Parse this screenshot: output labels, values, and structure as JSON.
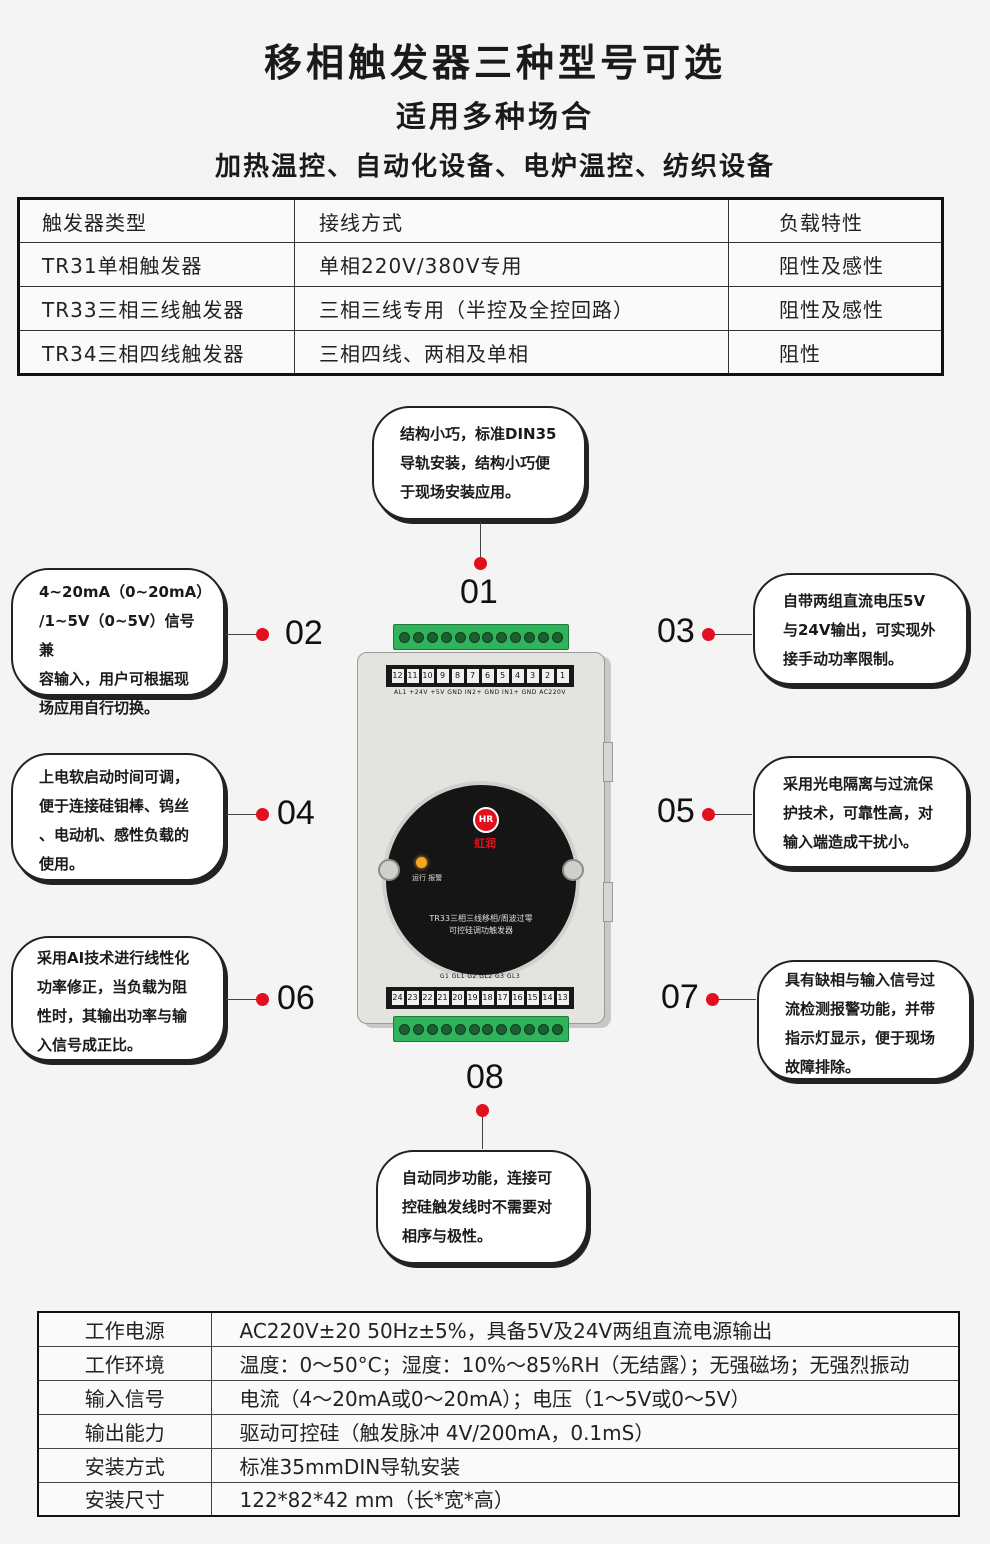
{
  "header": {
    "title": "移相触发器三种型号可选",
    "subtitle": "适用多种场合",
    "applications": "加热温控、自动化设备、电炉温控、纺织设备"
  },
  "models_table": {
    "headers": [
      "触发器类型",
      "接线方式",
      "负载特性"
    ],
    "rows": [
      [
        "TR31单相触发器",
        "单相220V/380V专用",
        "阻性及感性"
      ],
      [
        "TR33三相三线触发器",
        "三相三线专用（半控及全控回路）",
        "阻性及感性"
      ],
      [
        "TR34三相四线触发器",
        "三相四线、两相及单相",
        "阻性"
      ]
    ]
  },
  "features": [
    {
      "num": "01",
      "lines": [
        "结构小巧，标准DIN35",
        "导轨安装，结构小巧便",
        "于现场安装应用。"
      ]
    },
    {
      "num": "02",
      "lines": [
        "4~20mA（0~20mA）",
        "/1~5V（0~5V）信号兼",
        "容输入，用户可根据现",
        "场应用自行切换。"
      ]
    },
    {
      "num": "03",
      "lines": [
        "自带两组直流电压5V",
        "与24V输出，可实现外",
        "接手动功率限制。"
      ]
    },
    {
      "num": "04",
      "lines": [
        "上电软启动时间可调，",
        "便于连接硅钼棒、钨丝",
        "、电动机、感性负载的",
        "使用。"
      ]
    },
    {
      "num": "05",
      "lines": [
        "采用光电隔离与过流保",
        "护技术，可靠性高，对",
        "输入端造成干扰小。"
      ]
    },
    {
      "num": "06",
      "lines": [
        "采用AI技术进行线性化",
        "功率修正，当负载为阻",
        "性时，其输出功率与输",
        "入信号成正比。"
      ]
    },
    {
      "num": "07",
      "lines": [
        "具有缺相与输入信号过",
        "流检测报警功能，并带",
        "指示灯显示，便于现场",
        "故障排除。"
      ]
    },
    {
      "num": "08",
      "lines": [
        "自动同步功能，连接可",
        "控硅触发线时不需要对",
        "相序与极性。"
      ]
    }
  ],
  "device": {
    "top_terminals": [
      "12",
      "11",
      "10",
      "9",
      "8",
      "7",
      "6",
      "5",
      "4",
      "3",
      "2",
      "1"
    ],
    "top_labels": "AL1  +24V +5V GND IN2+ GND IN1+ GND     AC220V",
    "logo_mark": "HR",
    "logo_name": "虹润",
    "led_label": "运行 报警",
    "model_text_1": "TR33三相三线移相/周波过零",
    "model_text_2": "可控硅调功触发器",
    "bottom_labels": "G1 GL1 G2 GL2 G3 GL3",
    "bottom_terminals": [
      "24",
      "23",
      "22",
      "21",
      "20",
      "19",
      "18",
      "17",
      "16",
      "15",
      "14",
      "13"
    ]
  },
  "specs": [
    [
      "工作电源",
      "AC220V±20  50Hz±5%，具备5V及24V两组直流电源输出"
    ],
    [
      "工作环境",
      "温度：0～50°C；湿度：10%～85%RH（无结露）；无强磁场；无强烈振动"
    ],
    [
      "输入信号",
      "电流（4～20mA或0～20mA）；电压（1～5V或0～5V）"
    ],
    [
      "输出能力",
      "驱动可控硅（触发脉冲 4V/200mA，0.1mS）"
    ],
    [
      "安装方式",
      "标准35mmDIN导轨安装"
    ],
    [
      "安装尺寸",
      "122*82*42 mm（长*宽*高）"
    ]
  ]
}
